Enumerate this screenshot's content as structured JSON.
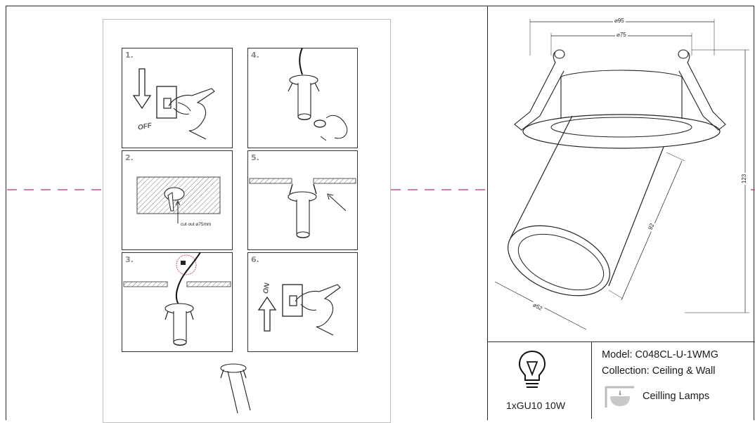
{
  "steps": [
    {
      "label": "1.",
      "note": "OFF"
    },
    {
      "label": "2.",
      "note": "cut out  ⌀75mm"
    },
    {
      "label": "3."
    },
    {
      "label": "4."
    },
    {
      "label": "5."
    },
    {
      "label": "6.",
      "note": "ON"
    }
  ],
  "dimensions": {
    "outer_diameter": "⌀95",
    "cutout_diameter": "⌀75",
    "height": "123",
    "body_length": "92",
    "body_diameter": "⌀52"
  },
  "specs": {
    "lamp": "1xGU10 10W",
    "model": "Model: C048CL-U-1WMG",
    "collection": "Collection: Ceiling & Wall",
    "category": "Ceilling Lamps"
  },
  "icons": {
    "lamp_icon": "lightbulb-icon",
    "category_icon": "ceiling-lamp-icon"
  },
  "colors": {
    "fold_marker": "#c0307a",
    "step_number": "#8a8a8a",
    "line": "#1a1a1a"
  }
}
